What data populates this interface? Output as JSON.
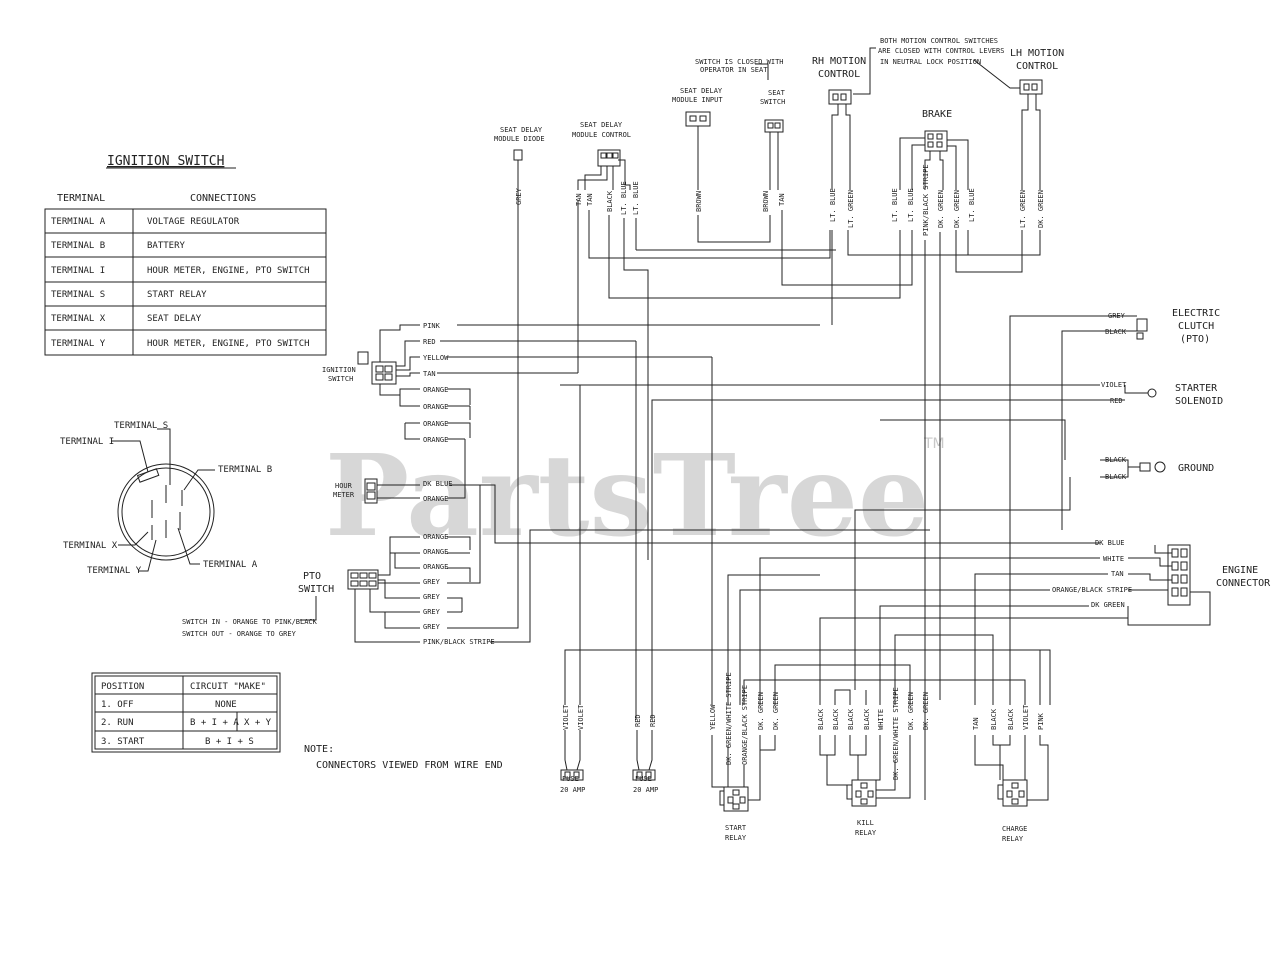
{
  "ignition": {
    "title": "IGNITION SWITCH",
    "col_terminal": "TERMINAL",
    "col_connections": "CONNECTIONS",
    "rows": [
      {
        "terminal": "TERMINAL  A",
        "connection": "VOLTAGE REGULATOR"
      },
      {
        "terminal": "TERMINAL  B",
        "connection": "BATTERY"
      },
      {
        "terminal": "TERMINAL  I",
        "connection": "HOUR METER, ENGINE, PTO SWITCH"
      },
      {
        "terminal": "TERMINAL  S",
        "connection": "START RELAY"
      },
      {
        "terminal": "TERMINAL  X",
        "connection": "SEAT DELAY"
      },
      {
        "terminal": "TERMINAL  Y",
        "connection": "HOUR METER, ENGINE, PTO SWITCH"
      }
    ]
  },
  "terminals": {
    "s": "TERMINAL S",
    "i": "TERMINAL I",
    "b": "TERMINAL B",
    "x": "TERMINAL X",
    "y": "TERMINAL Y",
    "a": "TERMINAL A"
  },
  "position_table": {
    "col_position": "POSITION",
    "col_circuit": "CIRCUIT \"MAKE\"",
    "rows": [
      {
        "position": "1. OFF",
        "circuit": "NONE"
      },
      {
        "position": "2. RUN",
        "circuit": "B + I + A",
        "circuit2": "X + Y"
      },
      {
        "position": "3. START",
        "circuit": "B + I + S"
      }
    ]
  },
  "note": {
    "line1": "NOTE:",
    "line2": "CONNECTORS VIEWED FROM WIRE END"
  },
  "watermark": {
    "text": "PartsTree",
    "tm": "TM"
  },
  "components": {
    "ignition_switch": [
      "IGNITION",
      "SWITCH"
    ],
    "hour_meter": [
      "HOUR",
      "METER"
    ],
    "pto_switch": [
      "PTO",
      "SWITCH"
    ],
    "pto_note": [
      "SWITCH IN - ORANGE TO PINK/BLACK",
      "SWITCH OUT - ORANGE TO GREY"
    ],
    "seat_delay_diode": [
      "SEAT DELAY",
      "MODULE DIODE"
    ],
    "seat_delay_control": [
      "SEAT DELAY",
      "MODULE CONTROL"
    ],
    "seat_delay_input": [
      "SEAT DELAY",
      "MODULE INPUT"
    ],
    "seat_switch_note": [
      "SWITCH IS CLOSED WITH",
      "OPERATOR IN SEAT"
    ],
    "seat_switch": [
      "SEAT",
      "SWITCH"
    ],
    "rh_motion": [
      "RH MOTION",
      "CONTROL"
    ],
    "motion_note": [
      "BOTH MOTION CONTROL SWITCHES",
      "ARE CLOSED WITH CONTROL LEVERS",
      "IN NEUTRAL LOCK POSITION"
    ],
    "lh_motion": [
      "LH MOTION",
      "CONTROL"
    ],
    "brake": "BRAKE",
    "electric_clutch": [
      "ELECTRIC",
      "CLUTCH",
      "(PTO)"
    ],
    "starter_solenoid": [
      "STARTER",
      "SOLENOID"
    ],
    "ground": "GROUND",
    "engine_connector": [
      "ENGINE",
      "CONNECTOR"
    ],
    "fuse1": [
      "FUSE",
      "20 AMP"
    ],
    "fuse2": [
      "FUSE",
      "20 AMP"
    ],
    "start_relay": [
      "START",
      "RELAY"
    ],
    "kill_relay": [
      "KILL",
      "RELAY"
    ],
    "charge_relay": [
      "CHARGE",
      "RELAY"
    ]
  },
  "wires_left": [
    "PINK",
    "RED",
    "YELLOW",
    "TAN",
    "ORANGE",
    "ORANGE",
    "ORANGE",
    "ORANGE",
    "DK BLUE",
    "ORANGE",
    "ORANGE",
    "ORANGE",
    "ORANGE",
    "GREY",
    "GREY",
    "GREY",
    "GREY",
    "PINK/BLACK STRIPE"
  ],
  "wires_top": [
    "GREY",
    "TAN",
    "TAN",
    "BLACK",
    "LT. BLUE",
    "LT. BLUE",
    "BROWN",
    "BROWN",
    "TAN",
    "LT. BLUE",
    "LT. GREEN",
    "LT. BLUE",
    "LT. BLUE",
    "PINK/BLACK STRIPE",
    "DK. GREEN",
    "DK. GREEN",
    "LT. BLUE",
    "LT. GREEN",
    "DK. GREEN"
  ],
  "wires_right": [
    "GREY",
    "BLACK",
    "VIOLET",
    "RED",
    "BLACK",
    "BLACK",
    "DK BLUE",
    "WHITE",
    "TAN",
    "ORANGE/BLACK STRIPE",
    "DK GREEN"
  ],
  "wires_bottom": [
    "VIOLET",
    "VIOLET",
    "RED",
    "RED",
    "YELLOW",
    "DK. GREEN/WHITE STRIPE",
    "ORANGE/BLACK STRIPE",
    "DK. GREEN",
    "DK. GREEN",
    "BLACK",
    "BLACK",
    "BLACK",
    "BLACK",
    "WHITE",
    "DK. GREEN/WHITE STRIPE",
    "DK. GREEN",
    "DK. GREEN",
    "TAN",
    "BLACK",
    "BLACK",
    "VIOLET",
    "PINK"
  ]
}
